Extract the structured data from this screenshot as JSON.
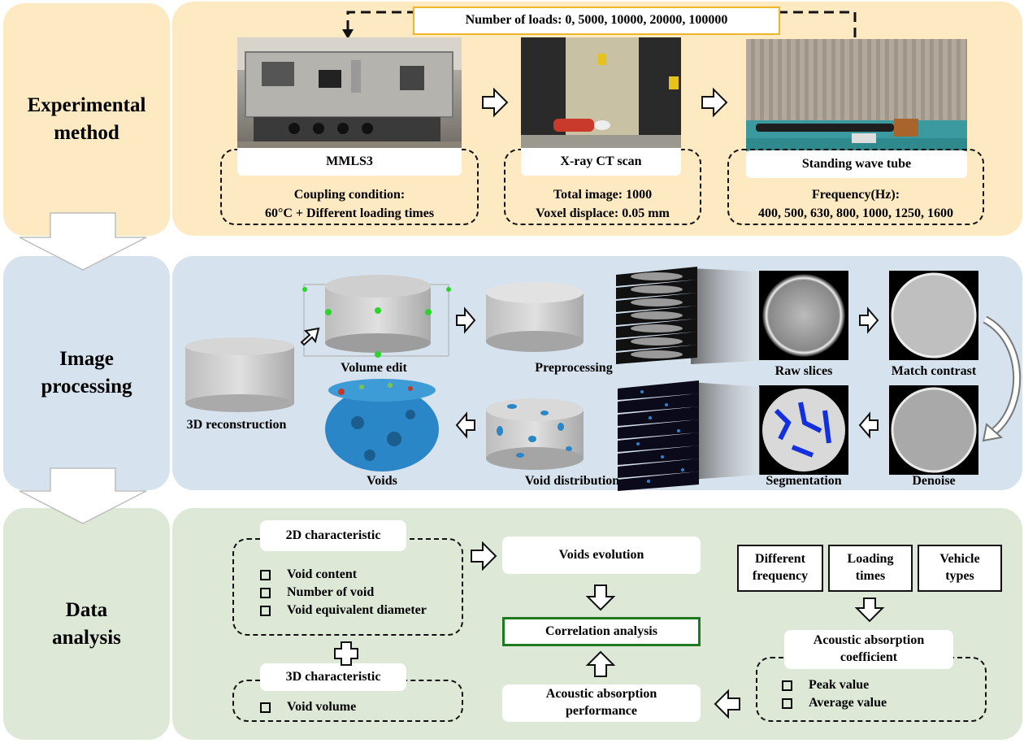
{
  "sections": {
    "experimental": [
      "Experimental",
      "method"
    ],
    "image": [
      "Image",
      "processing"
    ],
    "data": [
      "Data",
      "analysis"
    ]
  },
  "experimental": {
    "loads_banner": "Number of loads: 0, 5000, 10000, 20000, 100000",
    "mmls3": {
      "title": "MMLS3",
      "line1": "Coupling condition:",
      "line2": "60°C + Different loading times"
    },
    "ct": {
      "title": "X-ray CT scan",
      "line1": "Total image: 1000",
      "line2": "Voxel displace: 0.05 mm"
    },
    "tube": {
      "title": "Standing wave tube",
      "line1": "Frequency(Hz):",
      "line2": "400, 500, 630, 800, 1000, 1250, 1600"
    }
  },
  "processing": {
    "reconstruction": "3D reconstruction",
    "volume_edit": "Volume edit",
    "preprocessing": "Preprocessing",
    "raw_slices": "Raw slices",
    "match_contrast": "Match contrast",
    "denoise": "Denoise",
    "segmentation": "Segmentation",
    "void_distribution": "Void distribution",
    "voids": "Voids"
  },
  "analysis": {
    "char2d": {
      "title": "2D characteristic",
      "items": [
        "Void content",
        "Number of void",
        "Void equivalent diameter"
      ]
    },
    "char3d": {
      "title": "3D characteristic",
      "items": [
        "Void volume"
      ]
    },
    "voids_evolution": "Voids evolution",
    "correlation": "Correlation analysis",
    "acoustic_perf": [
      "Acoustic absorption",
      "performance"
    ],
    "factors": [
      [
        "Different",
        "frequency"
      ],
      [
        "Loading",
        "times"
      ],
      [
        "Vehicle",
        "types"
      ]
    ],
    "coefficient": {
      "title": [
        "Acoustic absorption",
        "coefficient"
      ],
      "items": [
        "Peak value",
        "Average value"
      ]
    }
  },
  "colors": {
    "experimental_bg": "#fde9c2",
    "image_bg": "#d6e3ef",
    "analysis_bg": "#dde9d6",
    "banner_border": "#f0b62a",
    "correlation_border": "#1f7a1f",
    "void_blue": "#2b86c7"
  }
}
